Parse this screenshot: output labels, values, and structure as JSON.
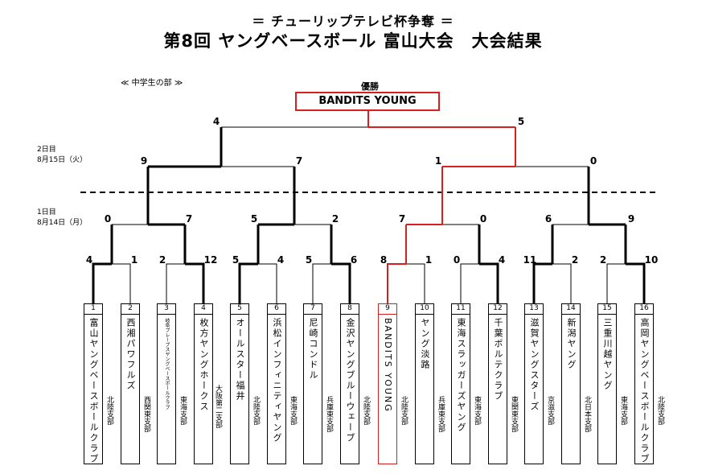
{
  "header": {
    "subtitle": "＝ チューリップテレビ杯争奪 ＝",
    "title": "第8回 ヤングベースボール 富山大会　大会結果"
  },
  "division": "≪ 中学生の部 ≫",
  "champion": {
    "label": "優勝",
    "name": "BANDITS YOUNG"
  },
  "days": [
    {
      "day": "2日目",
      "date": "8月15日（火）"
    },
    {
      "day": "1日目",
      "date": "8月14日（月）"
    }
  ],
  "scores": {
    "r1": [
      "4",
      "1",
      "2",
      "12",
      "5",
      "4",
      "5",
      "6",
      "8",
      "1",
      "0",
      "4",
      "11",
      "2",
      "2",
      "10"
    ],
    "r2": [
      "0",
      "7",
      "5",
      "2",
      "7",
      "0",
      "6",
      "9"
    ],
    "r3": [
      "9",
      "7",
      "1",
      "0"
    ],
    "r4": [
      "4",
      "5"
    ]
  },
  "teams": [
    {
      "num": "1",
      "name": "富山ヤングベースボールクラブ",
      "region": "北陸支部"
    },
    {
      "num": "2",
      "name": "西湘パワフルズ",
      "region": "西関東支部"
    },
    {
      "num": "3",
      "name": "岐阜ブレーブスヤングベースボールクラブ",
      "region": "東海支部"
    },
    {
      "num": "4",
      "name": "枚方ヤングホークス",
      "region": "大阪第二支部"
    },
    {
      "num": "5",
      "name": "オールスター福井",
      "region": "北陸支部"
    },
    {
      "num": "6",
      "name": "浜松インフィニティヤング",
      "region": "東海支部"
    },
    {
      "num": "7",
      "name": "尼崎コンドル",
      "region": "兵庫東支部"
    },
    {
      "num": "8",
      "name": "金沢ヤングブルーウェーブ",
      "region": "北陸支部"
    },
    {
      "num": "9",
      "name": "BANDITS YOUNG",
      "region": "北陸支部"
    },
    {
      "num": "10",
      "name": "ヤング淡路",
      "region": "兵庫東支部"
    },
    {
      "num": "11",
      "name": "東海スラッガーズヤング",
      "region": "東海支部"
    },
    {
      "num": "12",
      "name": "千葉ポルテクラブ",
      "region": "東関東支部"
    },
    {
      "num": "13",
      "name": "滋賀ヤングスターズ",
      "region": "京滋支部"
    },
    {
      "num": "14",
      "name": "新潟ヤング",
      "region": "北日本支部"
    },
    {
      "num": "15",
      "name": "三重川越ヤング",
      "region": "東海支部"
    },
    {
      "num": "16",
      "name": "高岡ヤングベースボールクラブ",
      "region": "北陸支部"
    }
  ],
  "colors": {
    "winner_path": "#d62020",
    "line": "#000000"
  }
}
